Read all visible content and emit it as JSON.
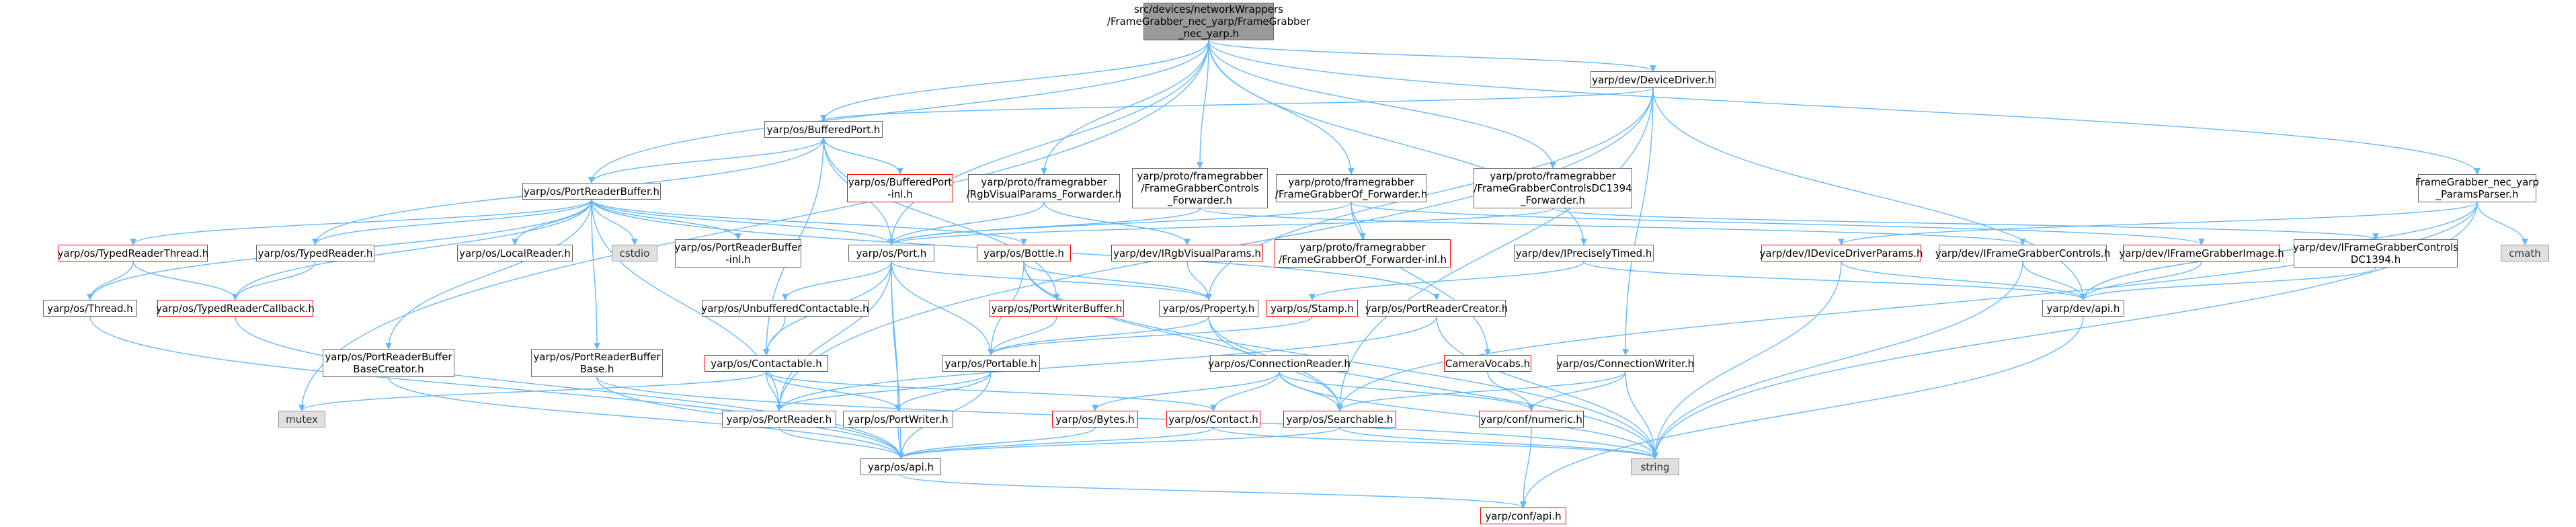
{
  "diagram": {
    "type": "include-dependency-graph",
    "colors": {
      "edge": "#63b8ff",
      "border": "#666666",
      "missing_border": "#ff0000",
      "root_fill": "#999999",
      "system_fill": "#e0e0e0"
    },
    "nodes": [
      {
        "id": "root",
        "label": "src/devices/networkWrappers\n/FrameGrabber_nec_yarp/FrameGrabber\n_nec_yarp.h",
        "style": "root"
      },
      {
        "id": "devicedriver",
        "label": "yarp/dev/DeviceDriver.h",
        "style": "normal"
      },
      {
        "id": "bufferedport",
        "label": "yarp/os/BufferedPort.h",
        "style": "normal"
      },
      {
        "id": "bufferedport_inl",
        "label": "yarp/os/BufferedPort\n-inl.h",
        "style": "red"
      },
      {
        "id": "rgbvisual_fwd",
        "label": "yarp/proto/framegrabber\n/RgbVisualParams_Forwarder.h",
        "style": "normal"
      },
      {
        "id": "fgctrl_fwd",
        "label": "yarp/proto/framegrabber\n/FrameGrabberControls\n_Forwarder.h",
        "style": "normal"
      },
      {
        "id": "fgof_fwd",
        "label": "yarp/proto/framegrabber\n/FrameGrabberOf_Forwarder.h",
        "style": "normal"
      },
      {
        "id": "fgctrl1394_fwd",
        "label": "yarp/proto/framegrabber\n/FrameGrabberControlsDC1394\n_Forwarder.h",
        "style": "normal"
      },
      {
        "id": "paramsparser",
        "label": "FrameGrabber_nec_yarp\n_ParamsParser.h",
        "style": "normal"
      },
      {
        "id": "portreaderbuffer",
        "label": "yarp/os/PortReaderBuffer.h",
        "style": "normal"
      },
      {
        "id": "typedreaderthread",
        "label": "yarp/os/TypedReaderThread.h",
        "style": "red"
      },
      {
        "id": "typedreader",
        "label": "yarp/os/TypedReader.h",
        "style": "normal"
      },
      {
        "id": "localreader",
        "label": "yarp/os/LocalReader.h",
        "style": "normal"
      },
      {
        "id": "cstdio",
        "label": "cstdio",
        "style": "gray"
      },
      {
        "id": "prb_inl",
        "label": "yarp/os/PortReaderBuffer\n-inl.h",
        "style": "normal"
      },
      {
        "id": "port",
        "label": "yarp/os/Port.h",
        "style": "normal"
      },
      {
        "id": "bottle",
        "label": "yarp/os/Bottle.h",
        "style": "red"
      },
      {
        "id": "irgbvisual",
        "label": "yarp/dev/IRgbVisualParams.h",
        "style": "red"
      },
      {
        "id": "fgof_fwd_inl",
        "label": "yarp/proto/framegrabber\n/FrameGrabberOf_Forwarder-inl.h",
        "style": "red"
      },
      {
        "id": "ipreciselytimed",
        "label": "yarp/dev/IPreciselyTimed.h",
        "style": "normal"
      },
      {
        "id": "idevicedriverparams",
        "label": "yarp/dev/IDeviceDriverParams.h",
        "style": "red"
      },
      {
        "id": "ifgcontrols",
        "label": "yarp/dev/IFrameGrabberControls.h",
        "style": "normal"
      },
      {
        "id": "ifgimage",
        "label": "yarp/dev/IFrameGrabberImage.h",
        "style": "red"
      },
      {
        "id": "ifgcontrols1394",
        "label": "yarp/dev/IFrameGrabberControls\nDC1394.h",
        "style": "normal"
      },
      {
        "id": "cmath",
        "label": "cmath",
        "style": "gray"
      },
      {
        "id": "thread",
        "label": "yarp/os/Thread.h",
        "style": "normal"
      },
      {
        "id": "typedreadercallback",
        "label": "yarp/os/TypedReaderCallback.h",
        "style": "red"
      },
      {
        "id": "unbuffered",
        "label": "yarp/os/UnbufferedContactable.h",
        "style": "normal"
      },
      {
        "id": "portwriterbuffer",
        "label": "yarp/os/PortWriterBuffer.h",
        "style": "red"
      },
      {
        "id": "property",
        "label": "yarp/os/Property.h",
        "style": "normal"
      },
      {
        "id": "stamp",
        "label": "yarp/os/Stamp.h",
        "style": "red"
      },
      {
        "id": "portreadercreator",
        "label": "yarp/os/PortReaderCreator.h",
        "style": "normal"
      },
      {
        "id": "devapi",
        "label": "yarp/dev/api.h",
        "style": "normal"
      },
      {
        "id": "prb_basecreator",
        "label": "yarp/os/PortReaderBuffer\nBaseCreator.h",
        "style": "normal"
      },
      {
        "id": "prb_base",
        "label": "yarp/os/PortReaderBuffer\nBase.h",
        "style": "normal"
      },
      {
        "id": "contactable",
        "label": "yarp/os/Contactable.h",
        "style": "red"
      },
      {
        "id": "portable",
        "label": "yarp/os/Portable.h",
        "style": "normal"
      },
      {
        "id": "connectionreader",
        "label": "yarp/os/ConnectionReader.h",
        "style": "normal"
      },
      {
        "id": "cameravocabs",
        "label": "CameraVocabs.h",
        "style": "red"
      },
      {
        "id": "connectionwriter",
        "label": "yarp/os/ConnectionWriter.h",
        "style": "normal"
      },
      {
        "id": "mutex",
        "label": "mutex",
        "style": "gray"
      },
      {
        "id": "portreader",
        "label": "yarp/os/PortReader.h",
        "style": "normal"
      },
      {
        "id": "portwriter",
        "label": "yarp/os/PortWriter.h",
        "style": "normal"
      },
      {
        "id": "bytes",
        "label": "yarp/os/Bytes.h",
        "style": "red"
      },
      {
        "id": "contact",
        "label": "yarp/os/Contact.h",
        "style": "red"
      },
      {
        "id": "searchable",
        "label": "yarp/os/Searchable.h",
        "style": "red"
      },
      {
        "id": "numeric",
        "label": "yarp/conf/numeric.h",
        "style": "red"
      },
      {
        "id": "string",
        "label": "string",
        "style": "gray"
      },
      {
        "id": "osapi",
        "label": "yarp/os/api.h",
        "style": "normal"
      },
      {
        "id": "confapi",
        "label": "yarp/conf/api.h",
        "style": "red"
      }
    ],
    "edges": [
      [
        "root",
        "devicedriver"
      ],
      [
        "root",
        "bufferedport"
      ],
      [
        "root",
        "rgbvisual_fwd"
      ],
      [
        "root",
        "fgctrl_fwd"
      ],
      [
        "root",
        "fgof_fwd"
      ],
      [
        "root",
        "fgctrl1394_fwd"
      ],
      [
        "root",
        "paramsparser"
      ],
      [
        "root",
        "portreaderbuffer"
      ],
      [
        "root",
        "port"
      ],
      [
        "root",
        "ipreciselytimed"
      ],
      [
        "root",
        "mutex"
      ],
      [
        "devicedriver",
        "bufferedport"
      ],
      [
        "devicedriver",
        "devapi"
      ],
      [
        "devicedriver",
        "property"
      ],
      [
        "devicedriver",
        "connectionwriter"
      ],
      [
        "devicedriver",
        "searchable"
      ],
      [
        "devicedriver",
        "portreader"
      ],
      [
        "bufferedport",
        "bufferedport_inl"
      ],
      [
        "bufferedport",
        "portreaderbuffer"
      ],
      [
        "bufferedport",
        "port"
      ],
      [
        "bufferedport",
        "contactable"
      ],
      [
        "bufferedport",
        "portwriterbuffer"
      ],
      [
        "bufferedport",
        "typedreader"
      ],
      [
        "bufferedport_inl",
        "bufferedport"
      ],
      [
        "rgbvisual_fwd",
        "port"
      ],
      [
        "rgbvisual_fwd",
        "irgbvisual"
      ],
      [
        "fgctrl_fwd",
        "port"
      ],
      [
        "fgctrl_fwd",
        "ifgcontrols"
      ],
      [
        "fgof_fwd",
        "port"
      ],
      [
        "fgof_fwd",
        "fgof_fwd_inl"
      ],
      [
        "fgof_fwd",
        "ifgimage"
      ],
      [
        "fgof_fwd",
        "cameravocabs"
      ],
      [
        "fgctrl1394_fwd",
        "port"
      ],
      [
        "fgctrl1394_fwd",
        "ifgcontrols1394"
      ],
      [
        "paramsparser",
        "idevicedriverparams"
      ],
      [
        "paramsparser",
        "searchable"
      ],
      [
        "paramsparser",
        "string"
      ],
      [
        "paramsparser",
        "cmath"
      ],
      [
        "paramsparser",
        "devapi"
      ],
      [
        "portreaderbuffer",
        "typedreaderthread"
      ],
      [
        "portreaderbuffer",
        "typedreader"
      ],
      [
        "portreaderbuffer",
        "localreader"
      ],
      [
        "portreaderbuffer",
        "cstdio"
      ],
      [
        "portreaderbuffer",
        "prb_inl"
      ],
      [
        "portreaderbuffer",
        "port"
      ],
      [
        "portreaderbuffer",
        "bottle"
      ],
      [
        "portreaderbuffer",
        "thread"
      ],
      [
        "portreaderbuffer",
        "typedreadercallback"
      ],
      [
        "portreaderbuffer",
        "prb_basecreator"
      ],
      [
        "portreaderbuffer",
        "prb_base"
      ],
      [
        "portreaderbuffer",
        "portreader"
      ],
      [
        "portreaderbuffer",
        "portreadercreator"
      ],
      [
        "typedreaderthread",
        "thread"
      ],
      [
        "typedreaderthread",
        "typedreadercallback"
      ],
      [
        "typedreader",
        "typedreadercallback"
      ],
      [
        "thread",
        "osapi"
      ],
      [
        "typedreadercallback",
        "osapi"
      ],
      [
        "port",
        "unbuffered"
      ],
      [
        "port",
        "contactable"
      ],
      [
        "port",
        "portreader"
      ],
      [
        "port",
        "portwriter"
      ],
      [
        "port",
        "portable"
      ],
      [
        "port",
        "osapi"
      ],
      [
        "port",
        "property"
      ],
      [
        "bottle",
        "portable"
      ],
      [
        "bottle",
        "searchable"
      ],
      [
        "bottle",
        "string"
      ],
      [
        "bottle",
        "property"
      ],
      [
        "irgbvisual",
        "property"
      ],
      [
        "ipreciselytimed",
        "stamp"
      ],
      [
        "ipreciselytimed",
        "devapi"
      ],
      [
        "idevicedriverparams",
        "string"
      ],
      [
        "idevicedriverparams",
        "devapi"
      ],
      [
        "ifgcontrols",
        "devapi"
      ],
      [
        "ifgcontrols",
        "string"
      ],
      [
        "ifgimage",
        "devapi"
      ],
      [
        "ifgcontrols1394",
        "devapi"
      ],
      [
        "unbuffered",
        "contactable"
      ],
      [
        "portwriterbuffer",
        "portable"
      ],
      [
        "property",
        "portable"
      ],
      [
        "property",
        "searchable"
      ],
      [
        "property",
        "string"
      ],
      [
        "stamp",
        "portable"
      ],
      [
        "portreadercreator",
        "portreader"
      ],
      [
        "portreadercreator",
        "string"
      ],
      [
        "devapi",
        "confapi"
      ],
      [
        "prb_basecreator",
        "osapi"
      ],
      [
        "prb_base",
        "osapi"
      ],
      [
        "prb_base",
        "string"
      ],
      [
        "contactable",
        "portreader"
      ],
      [
        "contactable",
        "portwriter"
      ],
      [
        "contactable",
        "contact"
      ],
      [
        "contactable",
        "mutex"
      ],
      [
        "portable",
        "portreader"
      ],
      [
        "portable",
        "portwriter"
      ],
      [
        "portable",
        "osapi"
      ],
      [
        "connectionreader",
        "bytes"
      ],
      [
        "connectionreader",
        "contact"
      ],
      [
        "connectionreader",
        "searchable"
      ],
      [
        "connectionreader",
        "numeric"
      ],
      [
        "connectionreader",
        "string"
      ],
      [
        "cameravocabs",
        "numeric"
      ],
      [
        "connectionwriter",
        "numeric"
      ],
      [
        "connectionwriter",
        "searchable"
      ],
      [
        "connectionwriter",
        "string"
      ],
      [
        "portreader",
        "osapi"
      ],
      [
        "portwriter",
        "osapi"
      ],
      [
        "bytes",
        "osapi"
      ],
      [
        "contact",
        "osapi"
      ],
      [
        "contact",
        "string"
      ],
      [
        "searchable",
        "osapi"
      ],
      [
        "searchable",
        "string"
      ],
      [
        "numeric",
        "confapi"
      ],
      [
        "osapi",
        "confapi"
      ]
    ]
  }
}
